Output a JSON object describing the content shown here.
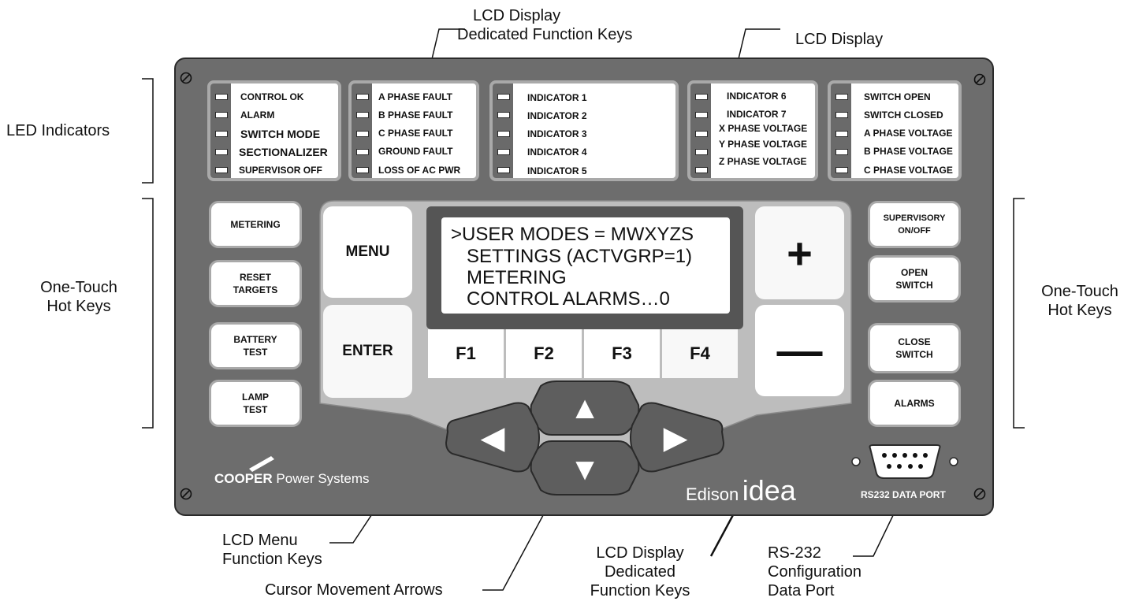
{
  "callouts": {
    "lcd_dedicated_top_line1": "LCD Display",
    "lcd_dedicated_top_line2": "Dedicated Function Keys",
    "lcd_display": "LCD Display",
    "led_indicators": "LED Indicators",
    "hot_keys_left_line1": "One-Touch",
    "hot_keys_left_line2": "Hot Keys",
    "hot_keys_right_line1": "One-Touch",
    "hot_keys_right_line2": "Hot Keys",
    "lcd_menu_line1": "LCD Menu",
    "lcd_menu_line2": "Function Keys",
    "cursor_arrows": "Cursor Movement Arrows",
    "lcd_dedicated_bottom_line1": "LCD Display",
    "lcd_dedicated_bottom_line2": "Dedicated",
    "lcd_dedicated_bottom_line3": "Function Keys",
    "rs232_line1": "RS-232",
    "rs232_line2": "Configuration",
    "rs232_line3": "Data Port"
  },
  "led_groups": [
    [
      "CONTROL OK",
      "ALARM",
      "SWITCH MODE",
      "SECTIONALIZER",
      "SUPERVISOR OFF"
    ],
    [
      "A PHASE FAULT",
      "B PHASE FAULT",
      "C PHASE FAULT",
      "GROUND FAULT",
      "LOSS OF  AC PWR"
    ],
    [
      "INDICATOR 1",
      "INDICATOR 2",
      "INDICATOR 3",
      "INDICATOR 4",
      "INDICATOR 5"
    ],
    [
      "INDICATOR 6",
      "INDICATOR 7",
      "X PHASE VOLTAGE",
      "Y PHASE VOLTAGE",
      "Z PHASE VOLTAGE"
    ],
    [
      "SWITCH OPEN",
      "SWITCH CLOSED",
      "A PHASE VOLTAGE",
      "B PHASE VOLTAGE",
      "C PHASE VOLTAGE"
    ]
  ],
  "left_hot_keys": [
    "METERING",
    "RESET\nTARGETS",
    "BATTERY\nTEST",
    "LAMP\nTEST"
  ],
  "right_hot_keys": [
    "SUPERVISORY\nON/OFF",
    "OPEN\nSWITCH",
    "CLOSE\nSWITCH",
    "ALARMS"
  ],
  "keys": {
    "menu": "MENU",
    "enter": "ENTER",
    "plus": "+",
    "minus": "—"
  },
  "lcd_lines": [
    ">USER MODES = MWXYZS",
    " SETTINGS (ACTVGRP=1)",
    " METERING",
    " CONTROL ALARMS…0"
  ],
  "function_keys": [
    "F1",
    "F2",
    "F3",
    "F4"
  ],
  "arrows": {
    "left": "◀",
    "up": "▲",
    "down": "▼",
    "right": "▶"
  },
  "branding": {
    "cooper": "COOPER",
    "power_systems": "Power Systems",
    "edison": "Edison",
    "idea": "idea",
    "port_label": "RS232 DATA PORT"
  },
  "icons": [
    "screw-icon",
    "db9-connector-icon",
    "cooper-logo-icon"
  ],
  "colors": {
    "panel": "#6d6d6d",
    "key_border": "#a9a9a9",
    "keypad_surround": "#bdbdbd",
    "lcd_frame": "#555555",
    "arrow_keys": "#5e5e5e"
  }
}
